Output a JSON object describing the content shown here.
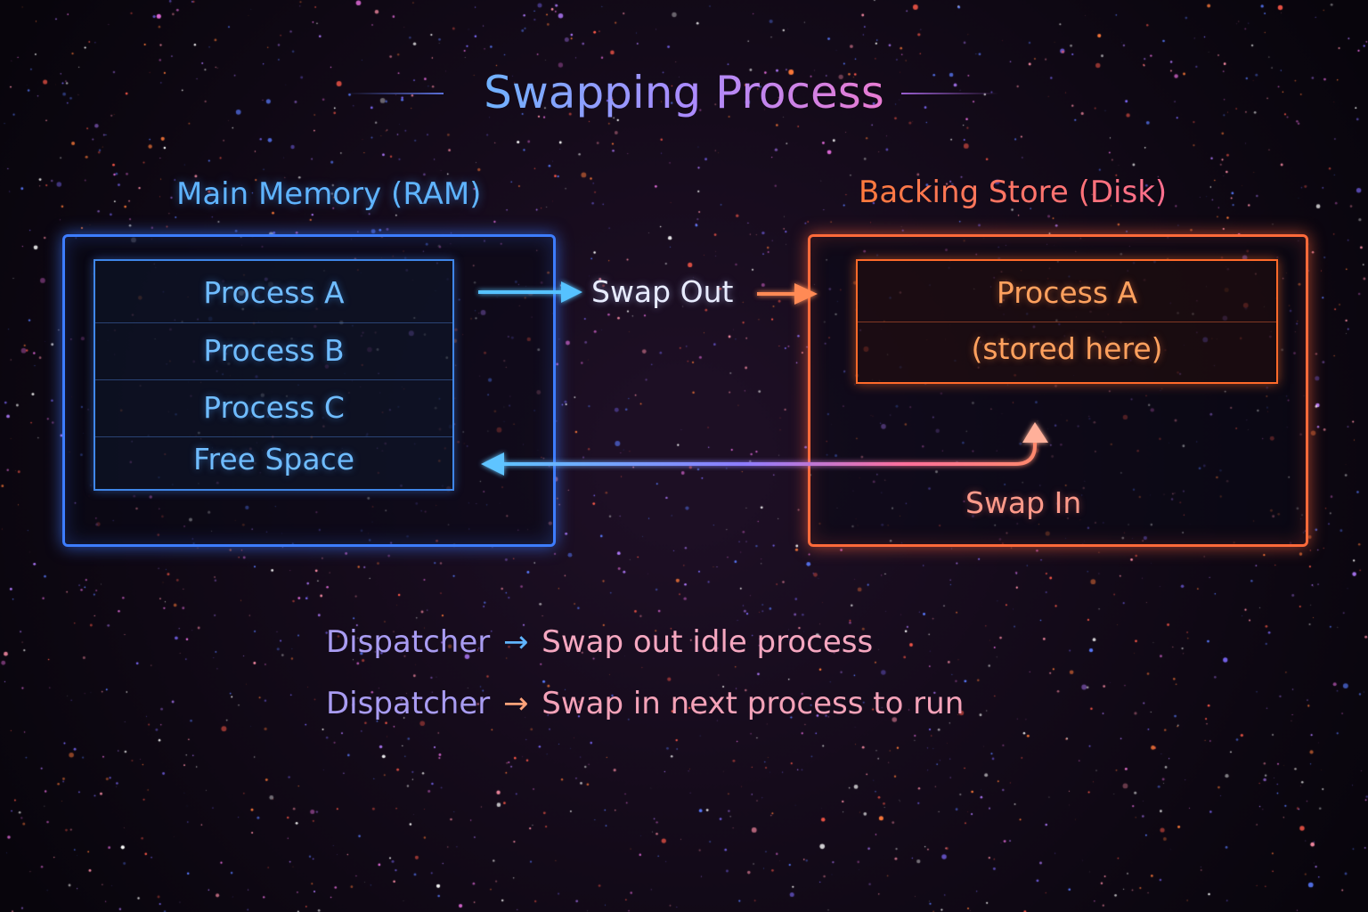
{
  "title": "Swapping Process",
  "ram": {
    "label": "Main Memory (RAM)",
    "rows": [
      "Process A",
      "Process B",
      "Process C",
      "Free Space"
    ]
  },
  "disk": {
    "label": "Backing Store (Disk)",
    "rows": [
      "Process A",
      "(stored here)"
    ]
  },
  "flows": {
    "swap_out": "Swap Out",
    "swap_in": "Swap In"
  },
  "legend": [
    {
      "actor": "Dispatcher",
      "action": "Swap out idle process"
    },
    {
      "actor": "Dispatcher",
      "action": "Swap in next process to run"
    }
  ],
  "colors": {
    "ram_accent": "#3d7dff",
    "disk_accent": "#ff6a3a",
    "background": "#0b0710"
  },
  "icons": {
    "swap_out_arrow": "arrow-right-icon",
    "swap_in_arrow": "arrow-left-icon",
    "legend_arrow": "arrow-right-icon"
  }
}
